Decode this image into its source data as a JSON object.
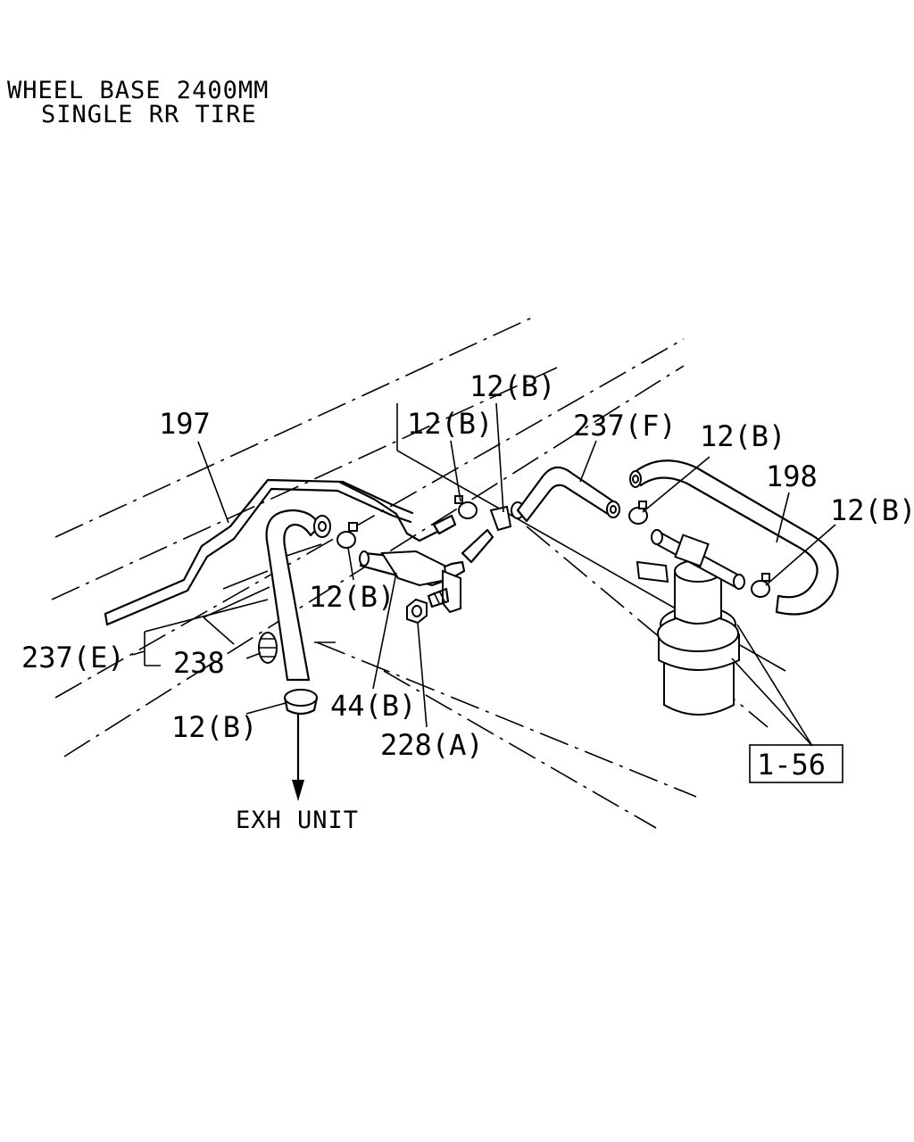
{
  "header": {
    "line1": "WHEEL BASE 2400MM",
    "line2": "SINGLE RR TIRE"
  },
  "callouts": {
    "c197": "197",
    "c198": "198",
    "c237F": "237(F)",
    "c237E": "237(E)",
    "c238": "238",
    "c12B_top": "12(B)",
    "c12B_upper_left": "12(B)",
    "c12B_upper_right": "12(B)",
    "c12B_far_right": "12(B)",
    "c12B_mid_left": "12(B)",
    "c12B_bottom": "12(B)",
    "c44B": "44(B)",
    "c228A": "228(A)",
    "ref_box": "1-56",
    "exh_unit": "EXH UNIT"
  },
  "icons": {
    "arrow": "arrow-down-icon",
    "clamp": "hose-clamp-icon",
    "canister": "canister-icon"
  }
}
